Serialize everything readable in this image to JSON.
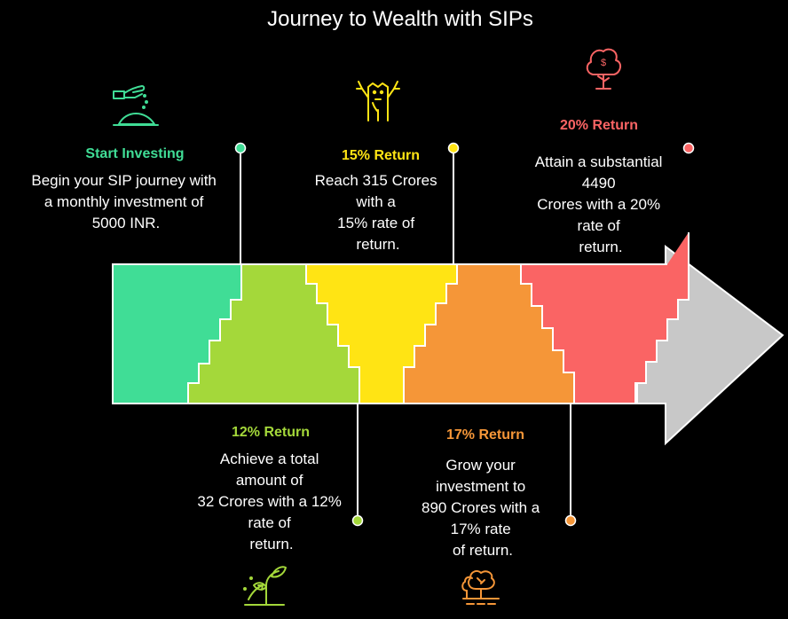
{
  "title": "Journey to Wealth with SIPs",
  "colors": {
    "background": "#000000",
    "arrow_head": "#c8c8c8",
    "outline": "#ffffff"
  },
  "stages": [
    {
      "heading": "Start Investing",
      "description": [
        "Begin your SIP journey with",
        "a monthly investment of",
        "5000 INR."
      ],
      "color": "#40dd96",
      "icon": "sowing-hand-icon"
    },
    {
      "heading": "12% Return",
      "description": [
        "Achieve a total",
        "amount of",
        "32 Crores with a 12%",
        "rate of",
        "return."
      ],
      "color": "#a4d83a",
      "icon": "sprout-growth-icon"
    },
    {
      "heading": "15% Return",
      "description": [
        "Reach 315 Crores",
        "with a",
        "15% rate of",
        "return."
      ],
      "color": "#ffe414",
      "icon": "growing-tree-icon"
    },
    {
      "heading": "17% Return",
      "description": [
        "Grow your",
        "investment to",
        "890 Crores with a",
        "17% rate",
        "of return."
      ],
      "color": "#f59638",
      "icon": "trees-icon"
    },
    {
      "heading": "20% Return",
      "description": [
        "Attain a substantial",
        "4490",
        "Crores with a 20%",
        "rate of",
        "return."
      ],
      "color": "#fa6464",
      "icon": "money-tree-icon"
    }
  ]
}
